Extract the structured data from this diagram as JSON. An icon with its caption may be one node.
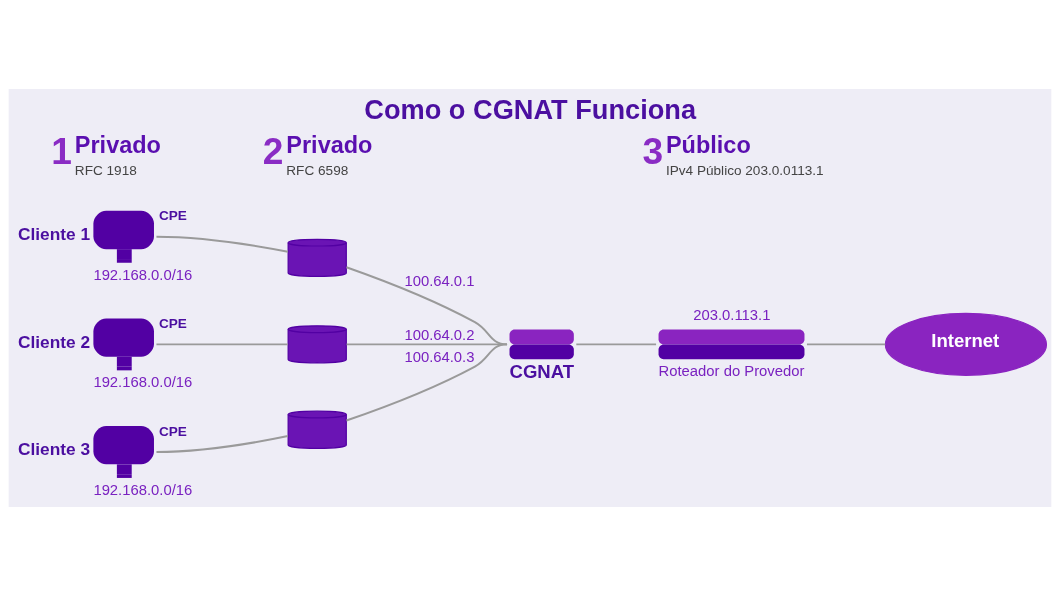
{
  "diagram": {
    "title": "Como o CGNAT Funciona",
    "nodes": [
      {
        "text": [
          "Cliente 1"
        ],
        "beside": [
          "CPE",
          "192.168.0.0/16"
        ]
      },
      {
        "text": [],
        "shape": "cylinder"
      },
      {
        "text": [
          "Cliente 2"
        ],
        "beside": [
          "CPE",
          "192.168.0.0/16"
        ]
      },
      {
        "text": [],
        "shape": "cylinder"
      },
      {
        "text": [
          "Cliente 3"
        ],
        "beside": [
          "CPE",
          "192.168.0.0/16"
        ]
      },
      {
        "text": [],
        "shape": "cylinder"
      },
      {
        "text": [
          "CGNAT"
        ]
      },
      {
        "text": [
          "Roteador do Provedor"
        ],
        "beside": [
          "203.0.113.1"
        ]
      },
      {
        "text": [
          "Internet"
        ]
      }
    ],
    "edges": [
      {
        "from": 0,
        "to": 1,
        "arrow": "none"
      },
      {
        "from": 2,
        "to": 3,
        "arrow": "none"
      },
      {
        "from": 4,
        "to": 5,
        "arrow": "none"
      },
      {
        "from": 1,
        "to": 6,
        "arrow": "none",
        "label": "100.64.0.1"
      },
      {
        "from": 3,
        "to": 6,
        "arrow": "none",
        "label": "100.64.0.2"
      },
      {
        "from": 5,
        "to": 6,
        "arrow": "none",
        "label": "100.64.0.3"
      },
      {
        "from": 6,
        "to": 7,
        "arrow": "none"
      },
      {
        "from": 7,
        "to": 8,
        "arrow": "none"
      }
    ],
    "labels": [
      "1",
      "Privado",
      "RFC 1918",
      "2",
      "Privado",
      "RFC 6598",
      "3",
      "Público",
      "IPv4 Público 203.0.0113.1"
    ]
  }
}
